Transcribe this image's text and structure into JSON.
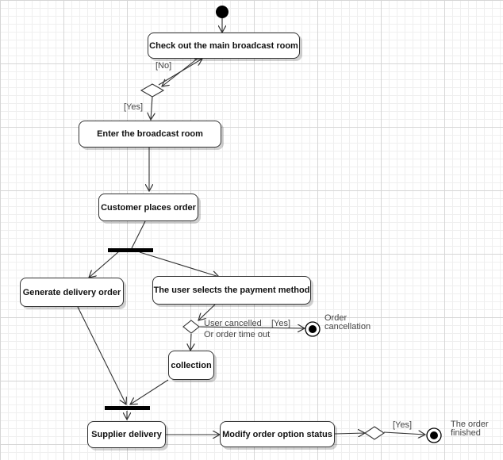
{
  "diagram": {
    "nodes": {
      "check_out": "Check out the main broadcast room",
      "enter_room": "Enter the broadcast room",
      "places_order": "Customer places order",
      "generate_delivery": "Generate delivery order",
      "select_payment": "The user selects the payment method",
      "collection": "collection",
      "supplier_delivery": "Supplier delivery",
      "modify_status": "Modify order option status"
    },
    "labels": {
      "no": "[No]",
      "yes_enter": "[Yes]",
      "user_cancelled": "User cancelled",
      "yes_cancel": "[Yes]",
      "order_time_out": "Or order time out",
      "order": "Order",
      "cancellation": "cancellation",
      "yes_finish": "[Yes]",
      "the_order": "The order",
      "finished": "finished"
    }
  }
}
